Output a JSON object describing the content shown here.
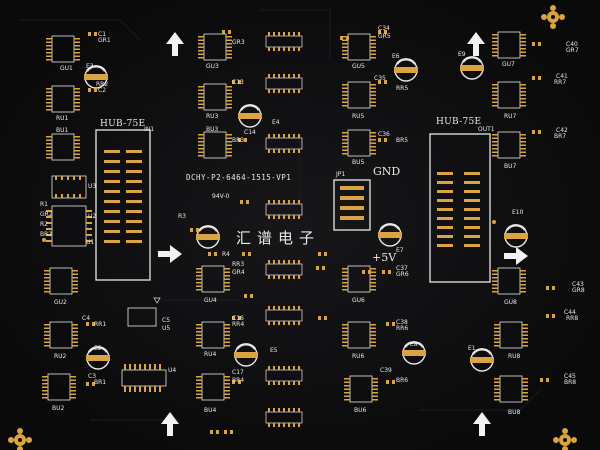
{
  "board": {
    "brand_text": "汇谱电子",
    "model_text": "DCHY-P2-6464-1515-VP1",
    "rating_text": "94V-0",
    "connector_in_title": "HUB-75E",
    "connector_in_label": "IN1",
    "connector_out_title": "HUB-75E",
    "connector_out_label": "OUT1",
    "gnd_label": "GND",
    "plus5v_label": "+5V",
    "jp1_label": "JP1",
    "colors": {
      "solder_mask": "#0c0c0d",
      "silkscreen": "#e8e8e8",
      "gold_pad": "#d9a441",
      "arrow": "#f2f2f2"
    }
  },
  "labels": {
    "gu1": "GU1",
    "gu2": "GU2",
    "gu3": "GU3",
    "gu4": "GU4",
    "gu5": "GU5",
    "gu6": "GU6",
    "gu7": "GU7",
    "gu8": "GU8",
    "bu1": "BU1",
    "bu2": "BU2",
    "bu3": "BU3",
    "bu4": "BU4",
    "bu5": "BU5",
    "bu6": "BU6",
    "bu7": "BU7",
    "bu8": "BU8",
    "ru1": "RU1",
    "ru2": "RU2",
    "ru3": "RU3",
    "ru4": "RU4",
    "ru5": "RU5",
    "ru6": "RU6",
    "ru7": "RU7",
    "ru8": "RU8",
    "u1": "U1",
    "u2": "U2",
    "u3": "U3",
    "u4": "U4",
    "u5": "U5",
    "e1": "E1",
    "e2": "E2",
    "e3": "E3",
    "e4": "E4",
    "e5": "E5",
    "e6": "E6",
    "e7": "E7",
    "e8": "E8",
    "e9": "E9",
    "e10": "E10",
    "c1": "C1",
    "c2": "C2",
    "c3": "C3",
    "c4": "C4",
    "c5": "C5",
    "c13": "C13",
    "c14": "C14",
    "c16": "C16",
    "c17": "C17",
    "c34": "C34",
    "c35": "C35",
    "c36": "C36",
    "c37": "C37",
    "c38": "C38",
    "c39": "C39",
    "c40": "C40",
    "c41": "C41",
    "c42": "C42",
    "c43": "C43",
    "c44": "C44",
    "c45": "C45",
    "r1": "R1",
    "r2": "R2",
    "r3": "R3",
    "r4": "R4",
    "rr1": "RR1",
    "rr2": "RR2",
    "rr3": "RR3",
    "rr4": "RR4",
    "rr5": "RR5",
    "rr6": "RR6",
    "rr7": "RR7",
    "rr8": "RR8",
    "gr1": "GR1",
    "gr2": "GR2",
    "gr3": "GR3",
    "gr4": "GR4",
    "gr5": "GR5",
    "gr6": "GR6",
    "gr7": "GR7",
    "gr8": "GR8",
    "br1": "BR1",
    "br2": "BR2",
    "br3": "BR3",
    "br4": "BR4",
    "br5": "BR5",
    "br6": "BR6",
    "br7": "BR7",
    "br8": "BR8"
  }
}
